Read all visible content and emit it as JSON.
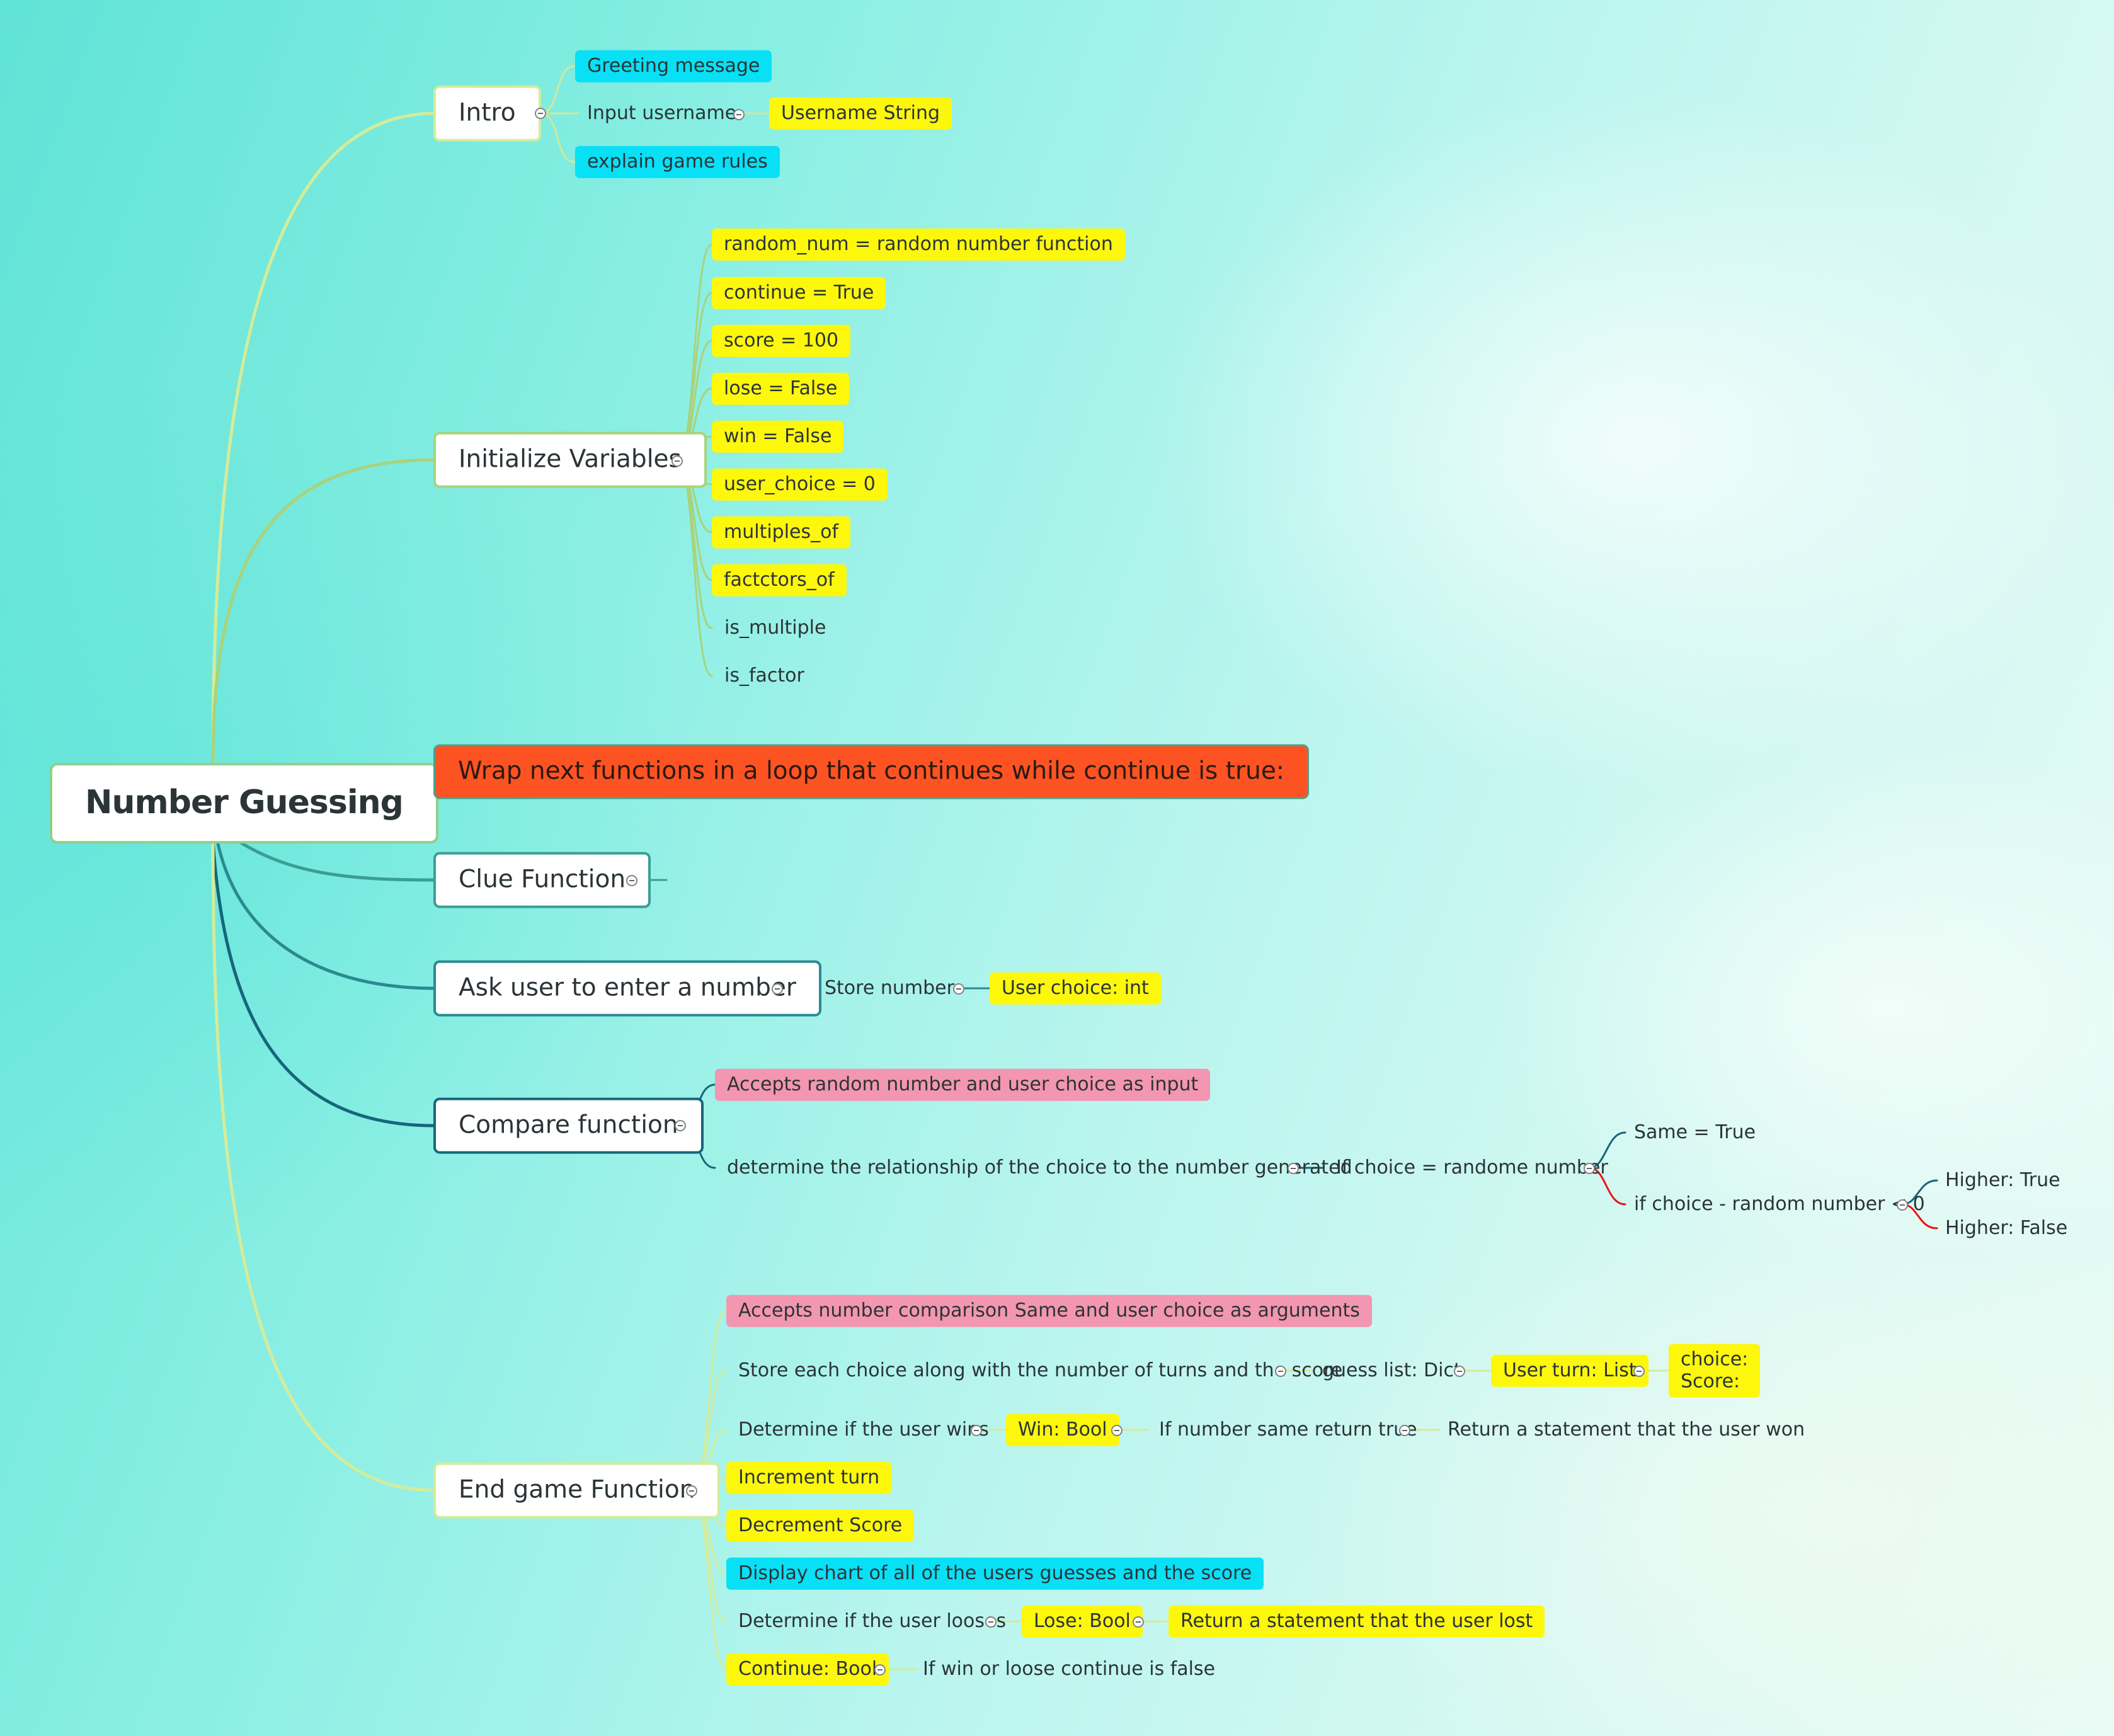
{
  "root": {
    "label": "Number Guessing"
  },
  "intro": {
    "label": "Intro",
    "greeting": "Greeting message",
    "input_username": "Input username",
    "username_string": "Username String",
    "explain_rules": "explain game rules"
  },
  "init": {
    "label": "Initialize Variables",
    "items": [
      "random_num = random number function",
      "continue = True",
      "score = 100",
      "lose = False",
      "win = False",
      "user_choice = 0",
      "multiples_of",
      "factctors_of",
      "is_multiple",
      "is_factor"
    ]
  },
  "loop": {
    "label": "Wrap next functions in a loop that continues while continue is true:"
  },
  "clue": {
    "label": "Clue Function"
  },
  "ask": {
    "label": "Ask user to enter a number",
    "store": "Store number",
    "choice_type": "User choice: int"
  },
  "compare": {
    "label": "Compare function",
    "accepts": "Accepts random number and user choice as input",
    "determine": "determine the relationship of the choice to the number generated",
    "if_choice": "If choice = randome number",
    "same": "Same = True",
    "if_less": "if choice - random number < 0",
    "higher_true": "Higher: True",
    "higher_false": "Higher: False"
  },
  "endgame": {
    "label": "End game Function",
    "accepts": "Accepts number comparison Same and user choice as arguments",
    "store": "Store each choice along with the number of turns and the score",
    "guess_list": "guess list: Dict",
    "user_turn": "User turn: List",
    "choice_line": "choice:",
    "score_line": "Score:",
    "determine_win": "Determine if the user wins",
    "win_bool": "Win: Bool",
    "if_same": "If number same return true",
    "user_won": "Return a statement that the user won",
    "increment": "Increment turn",
    "decrement": "Decrement Score",
    "display": "Display chart of all of the users guesses and the score",
    "determine_loss": "Determine if the user looses",
    "lose_bool": "Lose: Bool",
    "user_lost": "Return a statement that the user lost",
    "continue_bool": "Continue: Bool",
    "if_win_loose": "If win or loose continue is false"
  },
  "colors": {
    "yellow": "#fdf70c",
    "cyan": "#08e0f5",
    "pink": "#f396b1",
    "orange": "#fd5323",
    "branch_light": "#d3ec9a",
    "branch_green": "#a5d27a",
    "branch_teal": "#3aa39a",
    "branch_dark": "#1a6f7d",
    "red": "#e81616"
  }
}
